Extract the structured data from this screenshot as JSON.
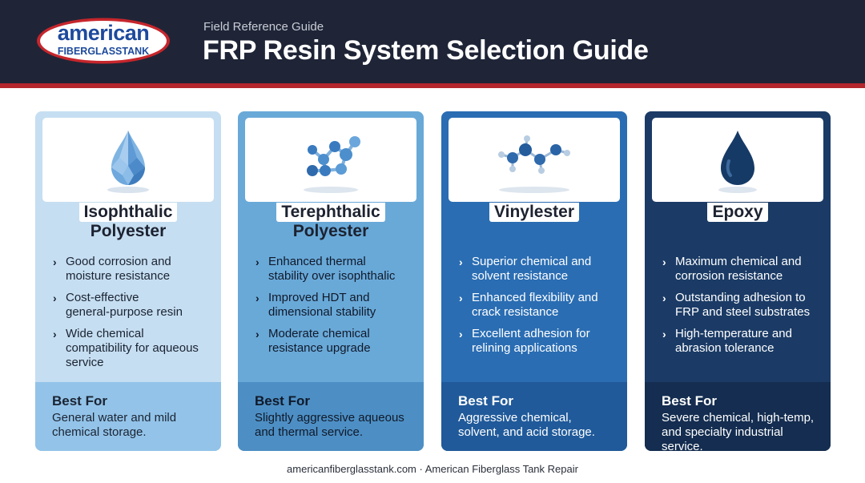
{
  "header": {
    "logo": {
      "line1": "american",
      "line2": "FIBERGLASSTANK"
    },
    "subtitle": "Field Reference Guide",
    "title": "FRP Resin System Selection Guide"
  },
  "cards": [
    {
      "icon": "crystal-droplet-icon",
      "name_line1": "Isophthalic",
      "name_line2": "Polyester",
      "bullets": [
        [
          "Good corrosion and",
          "moisture resistance"
        ],
        [
          "Cost-effective",
          "general-purpose resin"
        ],
        [
          "Wide chemical",
          "compatibility for aqueous",
          "service"
        ]
      ],
      "best_for_title": "Best For",
      "best_for_text": [
        "General water and mild",
        "chemical storage."
      ]
    },
    {
      "icon": "molecule-icon",
      "name_line1": "Terephthalic",
      "name_line2": "Polyester",
      "bullets": [
        [
          "Enhanced thermal",
          "stability over isophthalic"
        ],
        [
          "Improved HDT and",
          "dimensional stability"
        ],
        [
          "Moderate chemical",
          "resistance upgrade"
        ]
      ],
      "best_for_title": "Best For",
      "best_for_text": [
        "Slightly aggressive aqueous",
        "and thermal service."
      ]
    },
    {
      "icon": "molecule-chain-icon",
      "name_line1": "Vinylester",
      "name_line2": "",
      "bullets": [
        [
          "Superior chemical and",
          "solvent resistance"
        ],
        [
          "Enhanced flexibility and",
          "crack resistance"
        ],
        [
          "Excellent adhesion for",
          "relining applications"
        ]
      ],
      "best_for_title": "Best For",
      "best_for_text": [
        "Aggressive chemical,",
        "solvent, and acid storage."
      ]
    },
    {
      "icon": "dark-droplet-icon",
      "name_line1": "Epoxy",
      "name_line2": "",
      "bullets": [
        [
          "Maximum chemical and",
          "corrosion resistance"
        ],
        [
          "Outstanding adhesion to",
          "FRP and steel substrates"
        ],
        [
          "High-temperature and",
          "abrasion tolerance"
        ]
      ],
      "best_for_title": "Best For",
      "best_for_text": [
        "Severe chemical, high-temp,",
        "and specialty industrial service."
      ]
    }
  ],
  "footer": "americanfiberglasstank.com · American Fiberglass Tank Repair"
}
